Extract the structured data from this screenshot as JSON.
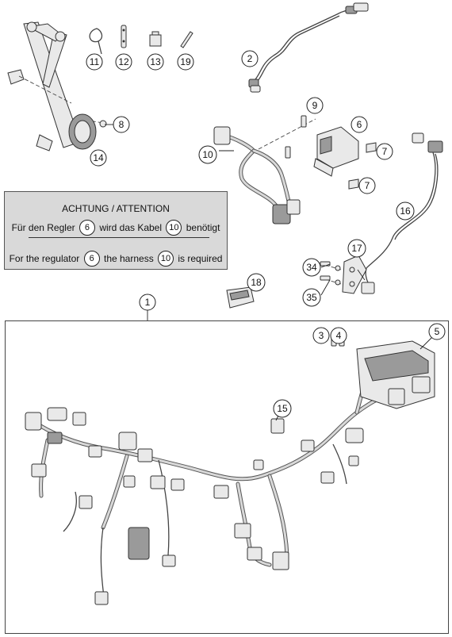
{
  "notice": {
    "title": "ACHTUNG / ATTENTION",
    "de_before": "Für den Regler",
    "de_regulator_ref": "6",
    "de_middle": "wird das Kabel",
    "de_harness_ref": "10",
    "de_after": "benötigt",
    "en_before": "For the regulator",
    "en_regulator_ref": "6",
    "en_middle": "the harness",
    "en_harness_ref": "10",
    "en_after": "is required"
  },
  "callouts": {
    "c1": "1",
    "c2": "2",
    "c3": "3",
    "c4": "4",
    "c5": "5",
    "c6": "6",
    "c7a": "7",
    "c7b": "7",
    "c8": "8",
    "c9": "9",
    "c10": "10",
    "c11": "11",
    "c12": "12",
    "c13": "13",
    "c14": "14",
    "c15": "15",
    "c16": "16",
    "c17": "17",
    "c18": "18",
    "c19": "19",
    "c34": "34",
    "c35": "35"
  }
}
